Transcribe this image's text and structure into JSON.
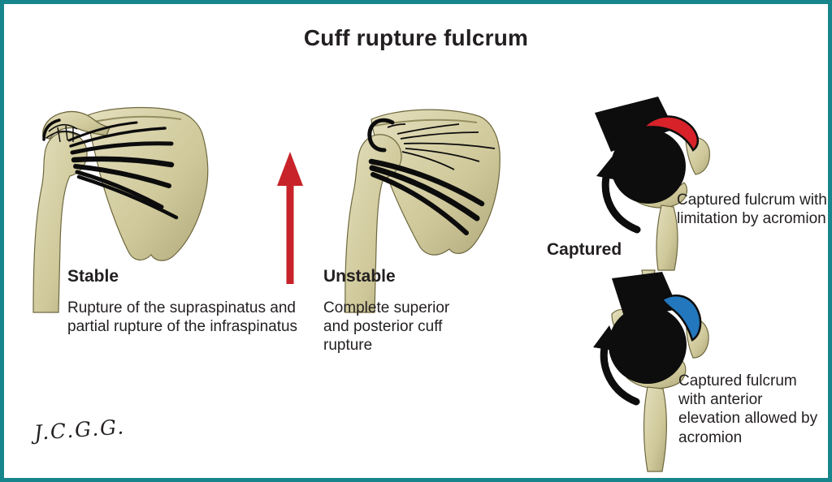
{
  "title": "Cuff rupture fulcrum",
  "sections": {
    "stable": {
      "heading": "Stable",
      "description": "Rupture of the supraspinatus and partial rupture of the infraspinatus"
    },
    "unstable": {
      "heading": "Unstable",
      "description": "Complete superior and posterior cuff rupture"
    },
    "captured": {
      "heading": "Captured",
      "caption_top": "Captured fulcrum with limitation by acromion",
      "caption_bottom": "Captured fulcrum with anterior elevation allowed by acromion"
    }
  },
  "signature": "J.C.G.G.",
  "colors": {
    "frame_teal": "#17868c",
    "bone_tan": "#cfc89a",
    "bone_outline": "#6e683f",
    "ink_black": "#0d0d0d",
    "migration_arrow_red": "#c8232a",
    "acromion_contact_red": "#d7222a",
    "acromion_contact_blue": "#2277bd",
    "text": "#231f20"
  },
  "icons": {
    "red_up_arrow": "red-up-arrow",
    "curved_up_arrow": "curved-up-arrow"
  }
}
